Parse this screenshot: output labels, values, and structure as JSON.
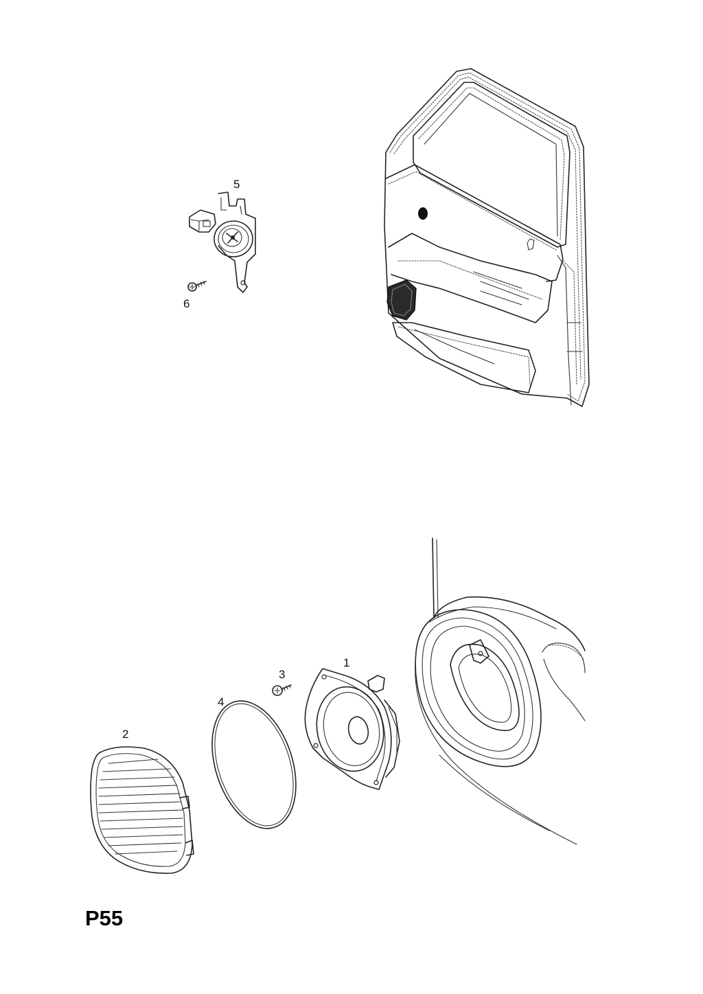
{
  "page_code": "P55",
  "callouts": {
    "part_1": "1",
    "part_2": "2",
    "part_3": "3",
    "part_4": "4",
    "part_5": "5",
    "part_6": "6"
  },
  "colors": {
    "line": "#222222",
    "background": "#ffffff"
  }
}
